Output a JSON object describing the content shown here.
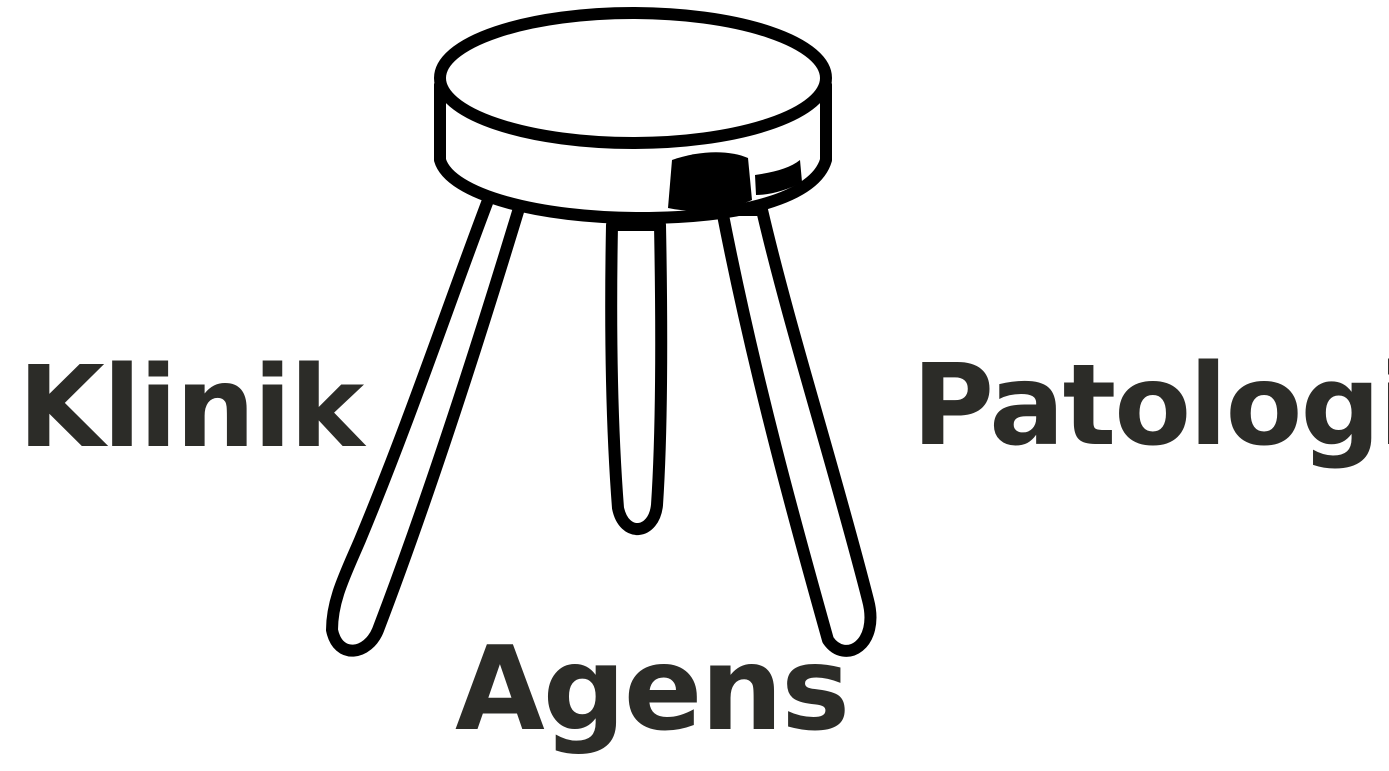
{
  "labels": {
    "left": "Klinik",
    "right": "Patologi",
    "bottom": "Agens"
  },
  "colors": {
    "text": "#2c2c28",
    "ink": "#000000",
    "background": "#ffffff"
  },
  "icons": {
    "center": "stool-icon"
  }
}
